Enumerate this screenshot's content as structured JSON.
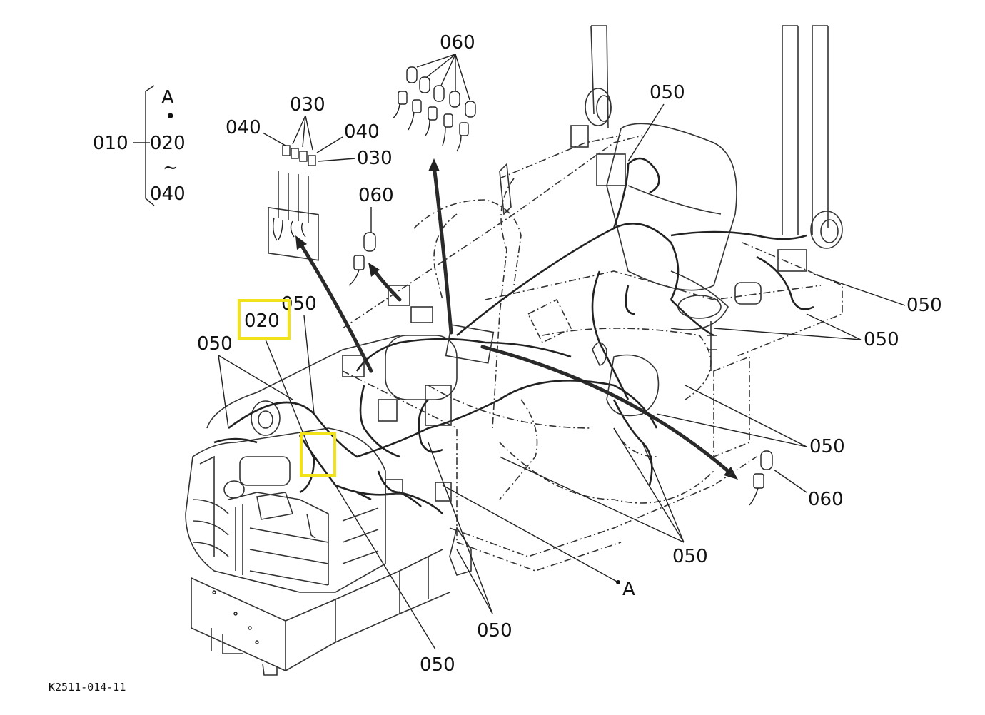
{
  "diagram": {
    "drawing_number": "K2511-014-11",
    "bracket": {
      "parent": "010",
      "items": [
        "A",
        "•",
        "020",
        "~",
        "040"
      ]
    },
    "callouts": {
      "fuse_box_030_top": "030",
      "fuse_box_040_left": "040",
      "fuse_box_040_right": "040",
      "fuse_box_030_right": "030",
      "bulbs_060_top": "060",
      "bulb_060_mid": "060",
      "bulb_060_right": "060",
      "harness_050_top_right": "050",
      "harness_050_right_1": "050",
      "harness_050_right_2": "050",
      "harness_050_right_3": "050",
      "harness_050_bottom_right": "050",
      "harness_050_left": "050",
      "harness_050_left_top": "050",
      "harness_050_bottom_mid": "050",
      "harness_050_bottom": "050",
      "highlight_020": "020",
      "point_a": "A"
    },
    "highlight_color": "#f2e21a"
  }
}
